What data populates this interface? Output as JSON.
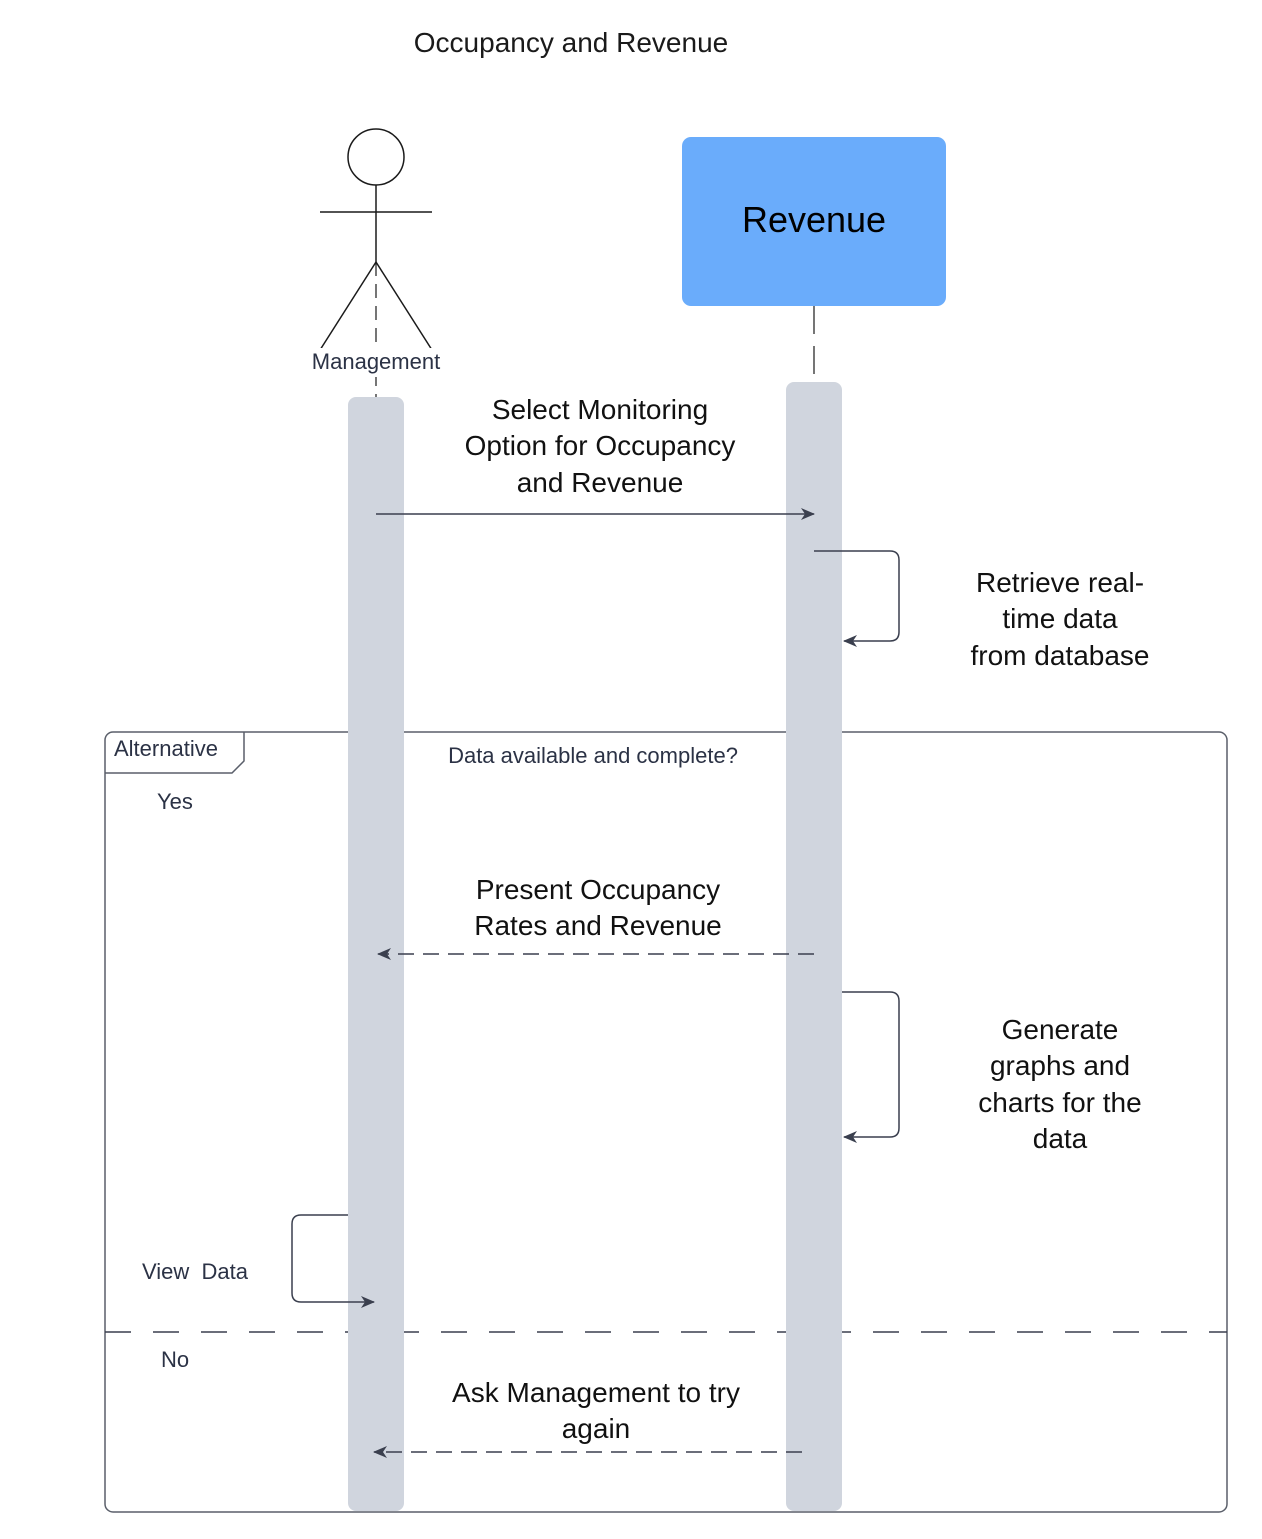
{
  "title": "Occupancy and Revenue",
  "actor": {
    "name": "Management"
  },
  "participant": {
    "name": "Revenue",
    "color": "#6aacfb"
  },
  "lifeline_color": "#d0d5de",
  "messages": {
    "select_option": "Select Monitoring\nOption for Occupancy\nand Revenue",
    "retrieve": "Retrieve real-time data\nfrom database",
    "present": "Present Occupancy\nRates and Revenue",
    "generate": "Generate graphs and\ncharts for the data",
    "view": "View  Data",
    "ask_again": "Ask Management to try\nagain"
  },
  "fragment": {
    "operator": "Alternative",
    "condition": "Data available and complete?",
    "guard_yes": "Yes",
    "guard_no": "No"
  }
}
